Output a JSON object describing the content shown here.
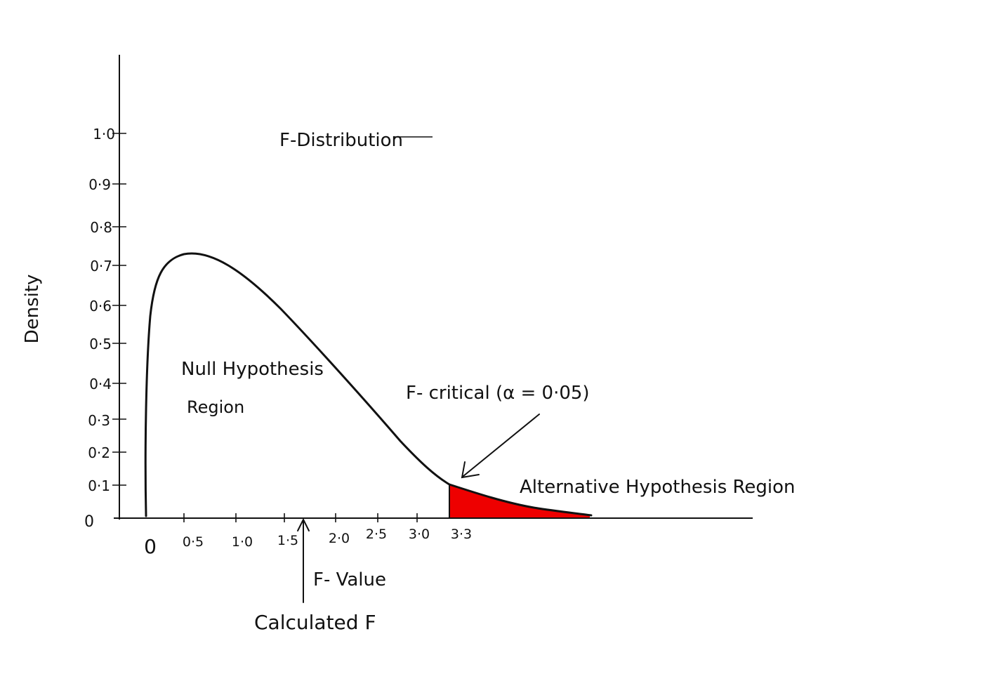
{
  "diagram": {
    "title": "F-Distribution",
    "y_axis_label": "Density",
    "y_ticks": [
      "0",
      "0·1",
      "0·2",
      "0·3",
      "0·4",
      "0·5",
      "0·6",
      "0·7",
      "0·8",
      "0·9",
      "1·0"
    ],
    "x_origin_label": "0",
    "x_ticks": [
      "0·5",
      "1·0",
      "1·5",
      "2·0",
      "2·5",
      "3·0",
      "3·3"
    ],
    "null_region_label_line1": "Null Hypothesis",
    "null_region_label_line2": "Region",
    "critical_label": "F- critical (α = 0·05)",
    "alternative_region_label": "Alternative Hypothesis Region",
    "f_value_label": "F- Value",
    "calculated_f_label": "Calculated F",
    "colors": {
      "ink": "#111111",
      "rejection_fill": "#ee0000"
    }
  }
}
